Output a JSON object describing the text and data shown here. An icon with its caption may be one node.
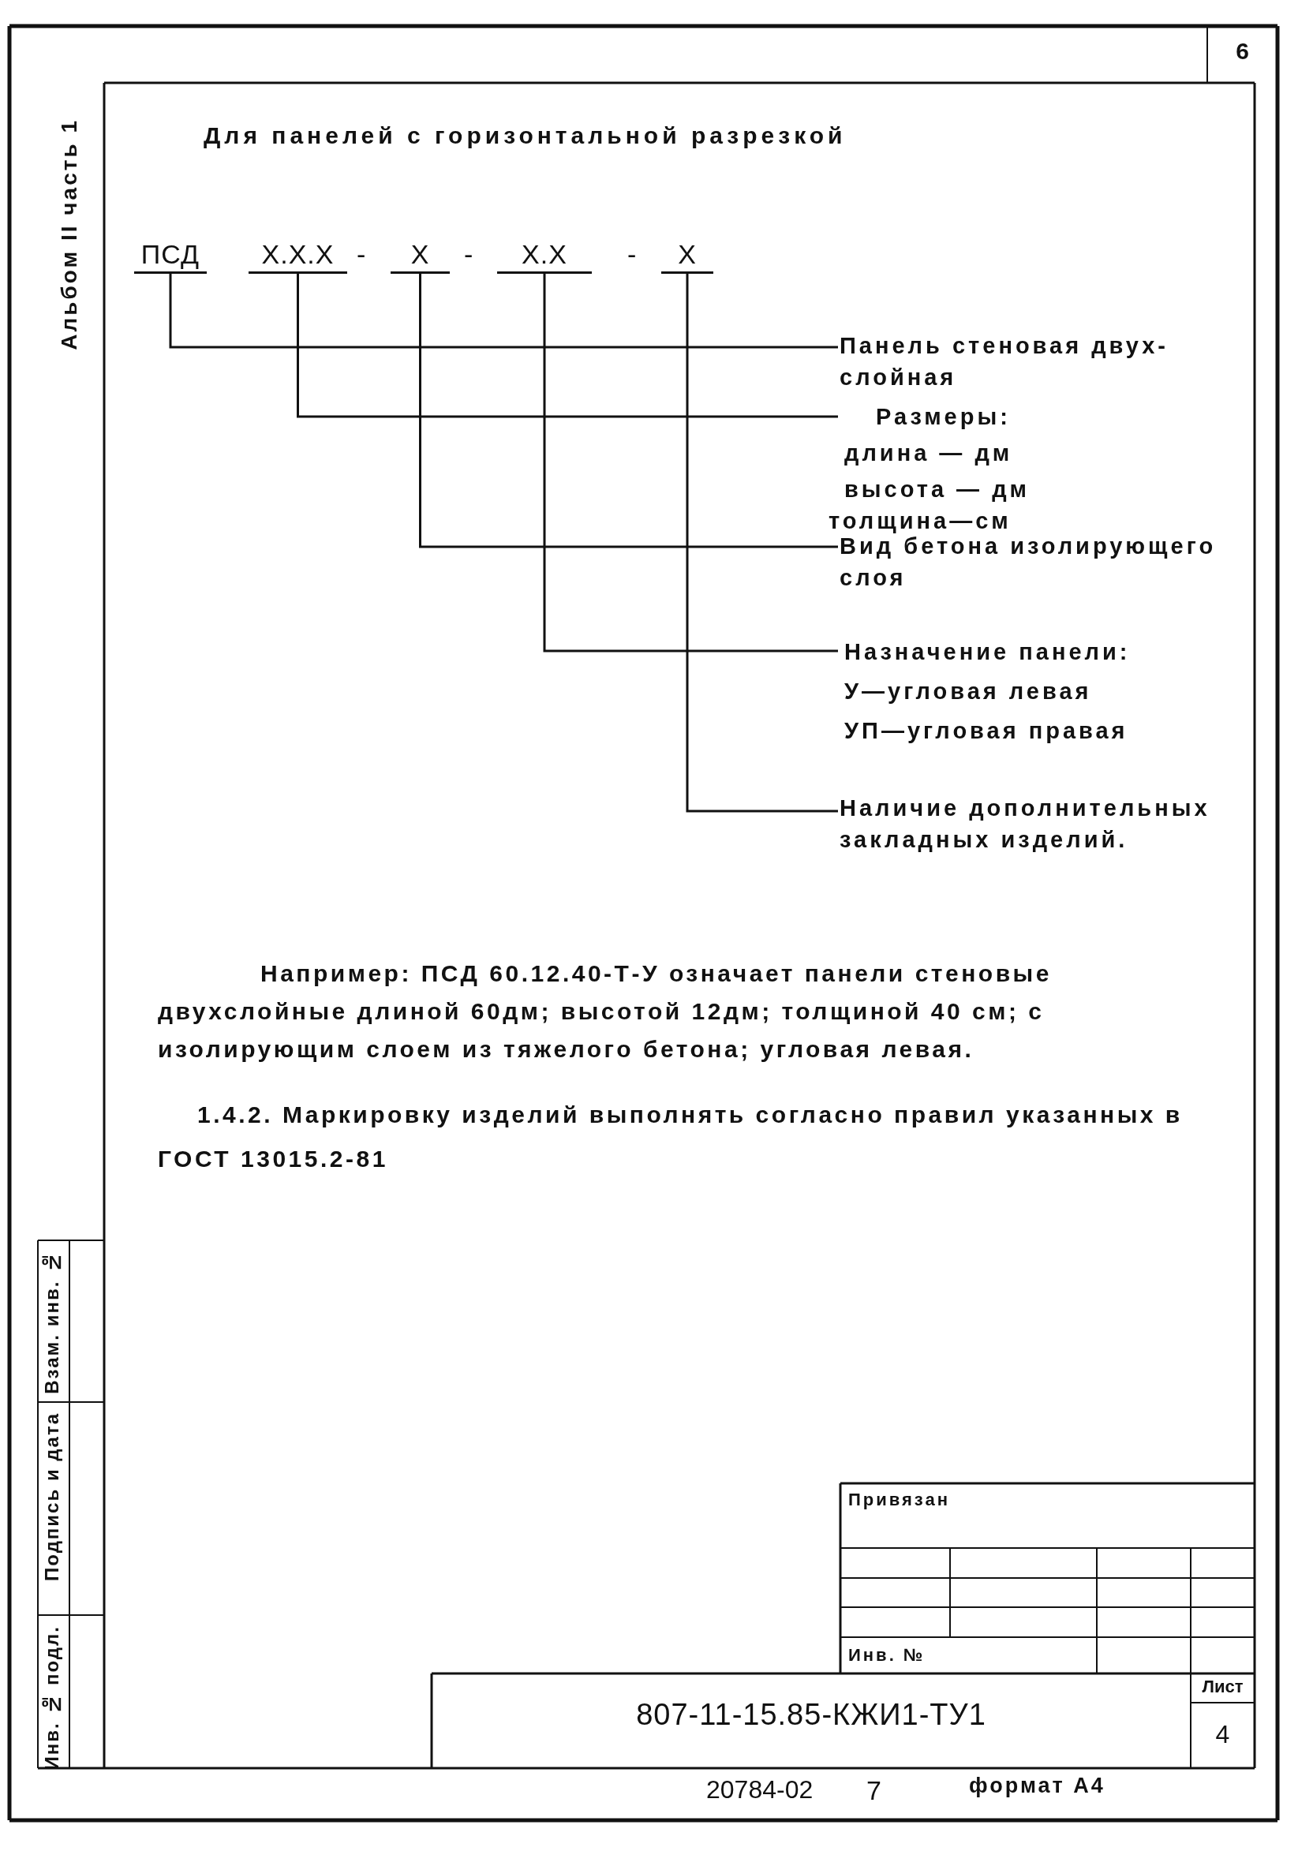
{
  "diagram": {
    "title": "Для панелей с горизонтальной разрезкой",
    "nodes": [
      {
        "text": [
          "ПСД"
        ]
      },
      {
        "text": [
          "Х.Х.Х"
        ]
      },
      {
        "text": [
          "Х"
        ]
      },
      {
        "text": [
          "Х.Х"
        ]
      },
      {
        "text": [
          "Х"
        ]
      },
      {
        "text": [
          "Панель стеновая двух- слойная"
        ]
      },
      {
        "text": [
          "Размеры:",
          "длина — дм",
          "высота — дм",
          "толщина—см"
        ]
      },
      {
        "text": [
          "Вид бетона изолирующего слоя"
        ]
      },
      {
        "text": [
          "Назначение панели:",
          "У—угловая левая",
          "УП—угловая правая"
        ]
      },
      {
        "text": [
          "Наличие дополнительных закладных изделий."
        ]
      }
    ],
    "edges": [
      {
        "from": 0,
        "to": 5,
        "arrow": "none"
      },
      {
        "from": 1,
        "to": 6,
        "arrow": "none"
      },
      {
        "from": 2,
        "to": 7,
        "arrow": "none"
      },
      {
        "from": 3,
        "to": 8,
        "arrow": "none"
      },
      {
        "from": 4,
        "to": 9,
        "arrow": "none"
      }
    ],
    "labels": [
      "Альбом II часть 1",
      "6",
      "-",
      "-",
      "-",
      "Например: ПСД 60.12.40-Т-У означает панели стеновые двухслойные длиной 60дм; высотой 12дм; толщиной 40 см; с изолирующим слоем из тяжелого бетона; угловая левая.",
      "1.4.2. Маркировку изделий выполнять согласно правил указанных в ГОСТ 13015.2-81",
      "Взам. инв. №",
      "Подпись и дата",
      "Инв. № подл.",
      "Привязан",
      "Инв. №",
      "807-11-15.85-КЖИ1-ТУ1",
      "Лист",
      "4",
      "20784-02",
      "7",
      "формат А4"
    ]
  }
}
